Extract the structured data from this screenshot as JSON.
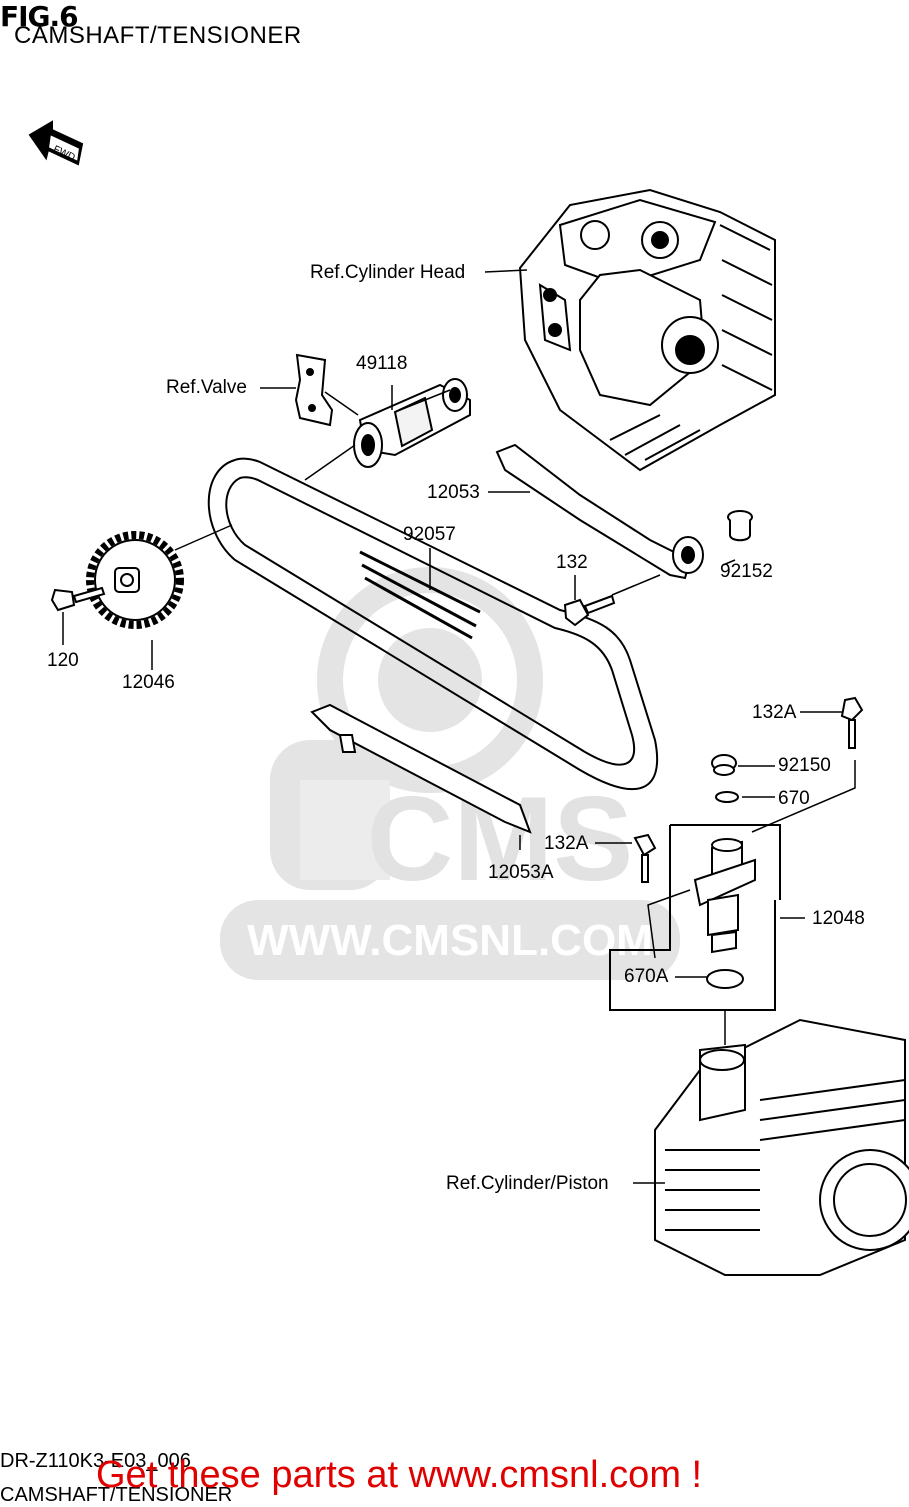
{
  "header": {
    "fig": "FIG.6",
    "subtitle": "CAMSHAFT/TENSIONER"
  },
  "fwd_badge": "FWD",
  "watermark": {
    "logo": "CMS",
    "url": "WWW.CMSNL.COM"
  },
  "callouts": {
    "ref_cylinder_head": "Ref.Cylinder Head",
    "p49118": "49118",
    "ref_valve": "Ref.Valve",
    "p12053": "12053",
    "p92057": "92057",
    "p132": "132",
    "p92152": "92152",
    "p120": "120",
    "p12046": "12046",
    "p132A_top": "132A",
    "p92150": "92150",
    "p670": "670",
    "p132A_mid": "132A",
    "p12053A": "12053A",
    "p12048": "12048",
    "p670A": "670A",
    "ref_cylinder_piston": "Ref.Cylinder/Piston"
  },
  "footer": {
    "code": "DR-Z110K3-E03_006",
    "caption": "CAMSHAFT/TENSIONER",
    "cta": "Get these parts at www.cmsnl.com !"
  },
  "colors": {
    "ink": "#000000",
    "watermark": "#e2e2e2",
    "cta": "#e00000"
  }
}
